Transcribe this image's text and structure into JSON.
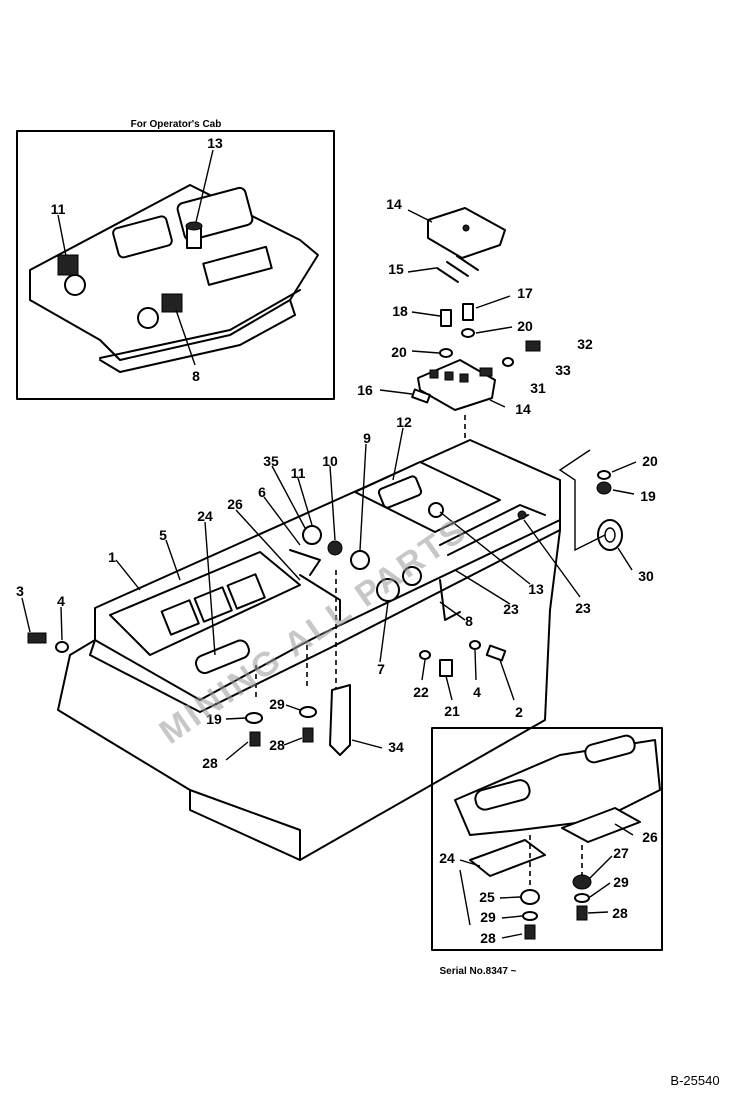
{
  "inset_top": {
    "title": "For Operator's Cab"
  },
  "inset_bottom": {
    "caption": "Serial No.8347 ~"
  },
  "drawing_code": "B-25540",
  "watermark": "MINING ALL PARTS",
  "labels": {
    "inset_13": "13",
    "inset_11": "11",
    "inset_8": "8",
    "p14": "14",
    "p15": "15",
    "p18": "18",
    "p17": "17",
    "p20a": "20",
    "p20b": "20",
    "p32": "32",
    "p33": "33",
    "p31": "31",
    "p16": "16",
    "p1b": "14",
    "p9": "9",
    "p12": "12",
    "p35": "35",
    "p11": "11",
    "p10": "10",
    "p6": "6",
    "p24": "24",
    "p26": "26",
    "p5": "5",
    "p1": "1",
    "p3": "3",
    "p4a": "4",
    "p20c": "20",
    "p19a": "19",
    "p30": "30",
    "p13": "13",
    "p23a": "23",
    "p23b": "23",
    "p8": "8",
    "p7": "7",
    "p22": "22",
    "p21": "21",
    "p4b": "4",
    "p2": "2",
    "p19b": "19",
    "p29a": "29",
    "p28a": "28",
    "p28b": "28",
    "p34": "34",
    "b26": "26",
    "b24": "24",
    "b27": "27",
    "b29a": "29",
    "b25": "25",
    "b29b": "29",
    "b28a": "28",
    "b28b": "28"
  }
}
